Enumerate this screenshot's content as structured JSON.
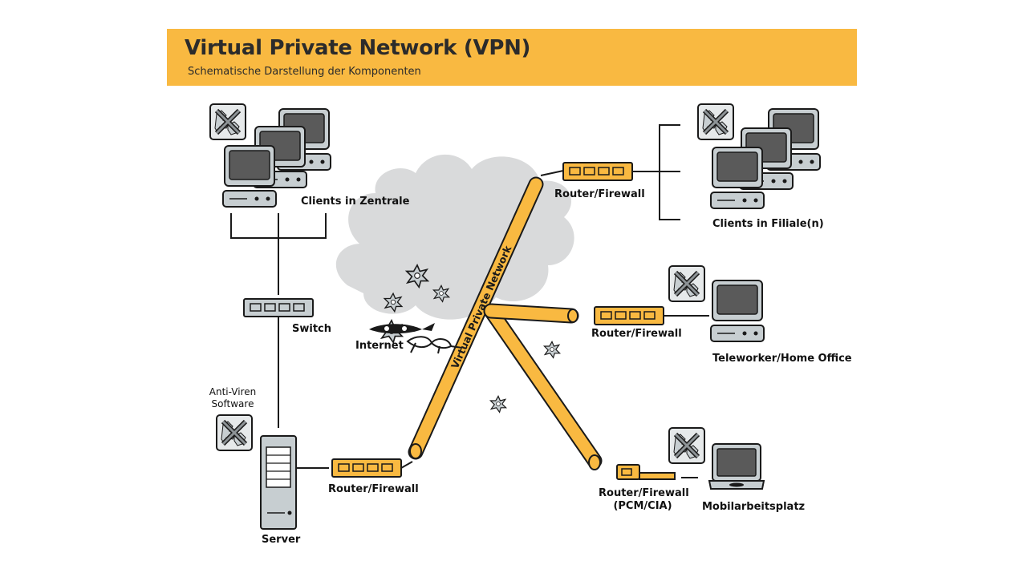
{
  "header": {
    "title": "Virtual Private Network (VPN)",
    "subtitle": "Schematische Darstellung der Komponenten"
  },
  "labels": {
    "clients_zentrale": "Clients in Zentrale",
    "switch": "Switch",
    "anti_viren": "Anti-Viren Software",
    "server": "Server",
    "router_main": "Router/Firewall",
    "internet": "Internet",
    "vpn_tunnel": "Virtual Private Network",
    "router_filiale": "Router/Firewall",
    "clients_filiale": "Clients in Filiale(n)",
    "router_home": "Router/Firewall",
    "teleworker": "Teleworker/Home Office",
    "router_mobile_line1": "Router/Firewall",
    "router_mobile_line2": "(PCM/CIA)",
    "mobil": "Mobilarbeitsplatz"
  },
  "colors": {
    "accent": "#f9b941",
    "device_fill": "#c7ced1",
    "screen": "#5a5a5a",
    "cloud": "#d9dadb",
    "line": "#1a1a1a"
  },
  "icons": [
    "antivirus-icon",
    "computer-icon",
    "laptop-icon",
    "server-icon",
    "switch-icon",
    "router-icon",
    "virus-icon",
    "hacker-icon",
    "cloud-icon"
  ]
}
